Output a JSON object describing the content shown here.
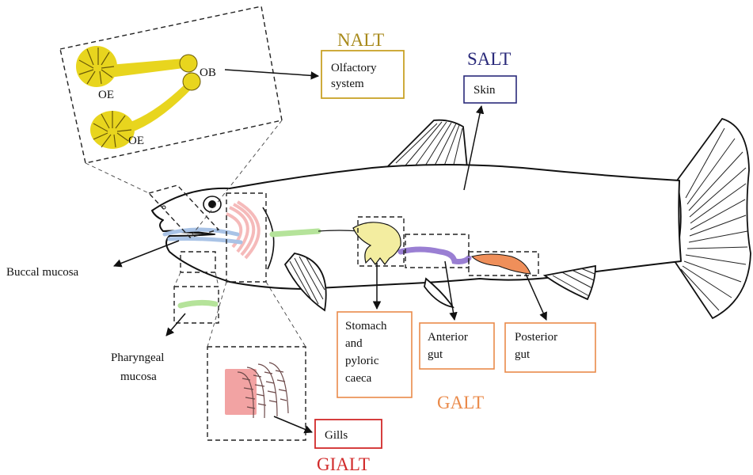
{
  "groups": {
    "nalt": {
      "label": "NALT",
      "color": "#a88a1c"
    },
    "salt": {
      "label": "SALT",
      "color": "#2a2a7a"
    },
    "galt": {
      "label": "GALT",
      "color": "#ea8a4a"
    },
    "gialt": {
      "label": "GIALT",
      "color": "#d12a2a"
    }
  },
  "boxes": {
    "olfactory": {
      "lines": [
        "Olfactory",
        "system"
      ],
      "color": "#c9a227"
    },
    "skin": {
      "lines": [
        "Skin"
      ],
      "color": "#2a2a7a"
    },
    "stomach": {
      "lines": [
        "Stomach",
        "and",
        "pyloric",
        "caeca"
      ],
      "color": "#ea8a4a"
    },
    "anterior": {
      "lines": [
        "Anterior",
        "gut"
      ],
      "color": "#ea8a4a"
    },
    "posterior": {
      "lines": [
        "Posterior",
        "gut"
      ],
      "color": "#ea8a4a"
    },
    "gills": {
      "lines": [
        "Gills"
      ],
      "color": "#d12a2a"
    }
  },
  "free_labels": {
    "buccal": [
      "Buccal mucosa"
    ],
    "pharyngeal": [
      "Pharyngeal",
      "mucosa"
    ]
  },
  "inset_labels": {
    "oe_top": "OE",
    "oe_bottom": "OE",
    "ob": "OB"
  },
  "tissue_colors": {
    "olfactory_epithelium": "#e8d51e",
    "buccal": "#a9c3e6",
    "pharyngeal": "#b5e39a",
    "stomach": "#f3eda0",
    "anterior_gut": "#9a7fd3",
    "posterior_gut": "#ef8f5a",
    "gill": "#f2a3a3"
  }
}
